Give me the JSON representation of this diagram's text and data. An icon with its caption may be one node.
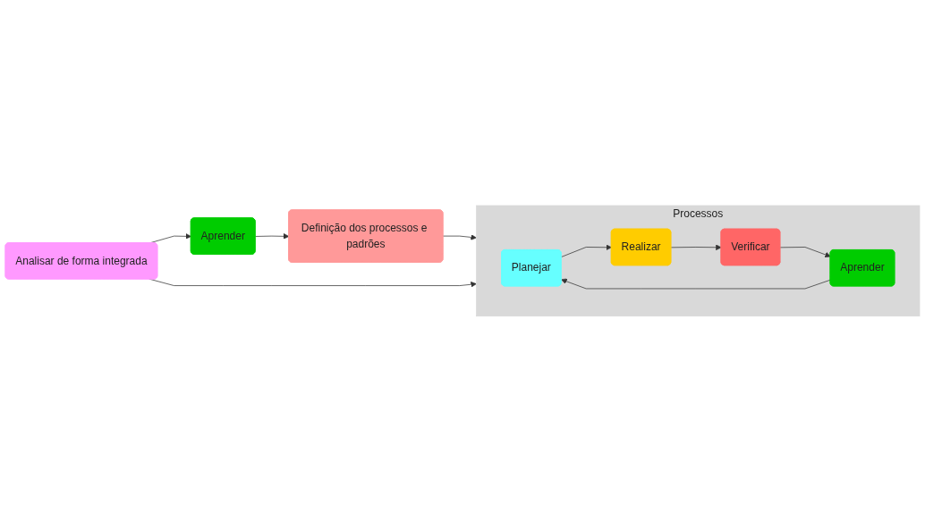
{
  "diagram": {
    "nodes": [
      {
        "text": [
          "Processos"
        ]
      },
      {
        "text": [
          "Planejar"
        ],
        "in": 0
      },
      {
        "text": [
          "Realizar"
        ],
        "in": 0
      },
      {
        "text": [
          "Aprender"
        ],
        "in": 0
      },
      {
        "text": [
          "Verificar"
        ],
        "in": 0
      },
      {
        "text": [
          "Definição dos processos e padrões"
        ]
      },
      {
        "text": [
          "Aprender"
        ]
      },
      {
        "text": [
          "Analisar de forma integrada"
        ]
      }
    ],
    "edges": [
      {
        "from": 1,
        "to": 2,
        "arrow": "to"
      },
      {
        "from": 2,
        "to": 4,
        "arrow": "to"
      },
      {
        "from": 4,
        "to": 3,
        "arrow": "to"
      },
      {
        "from": 3,
        "to": 1,
        "arrow": "to"
      },
      {
        "from": 5,
        "to": 0,
        "arrow": "to"
      },
      {
        "from": 6,
        "to": 5,
        "arrow": "to"
      },
      {
        "from": 7,
        "to": 0,
        "arrow": "to"
      },
      {
        "from": 7,
        "to": 6,
        "arrow": "to"
      }
    ]
  }
}
